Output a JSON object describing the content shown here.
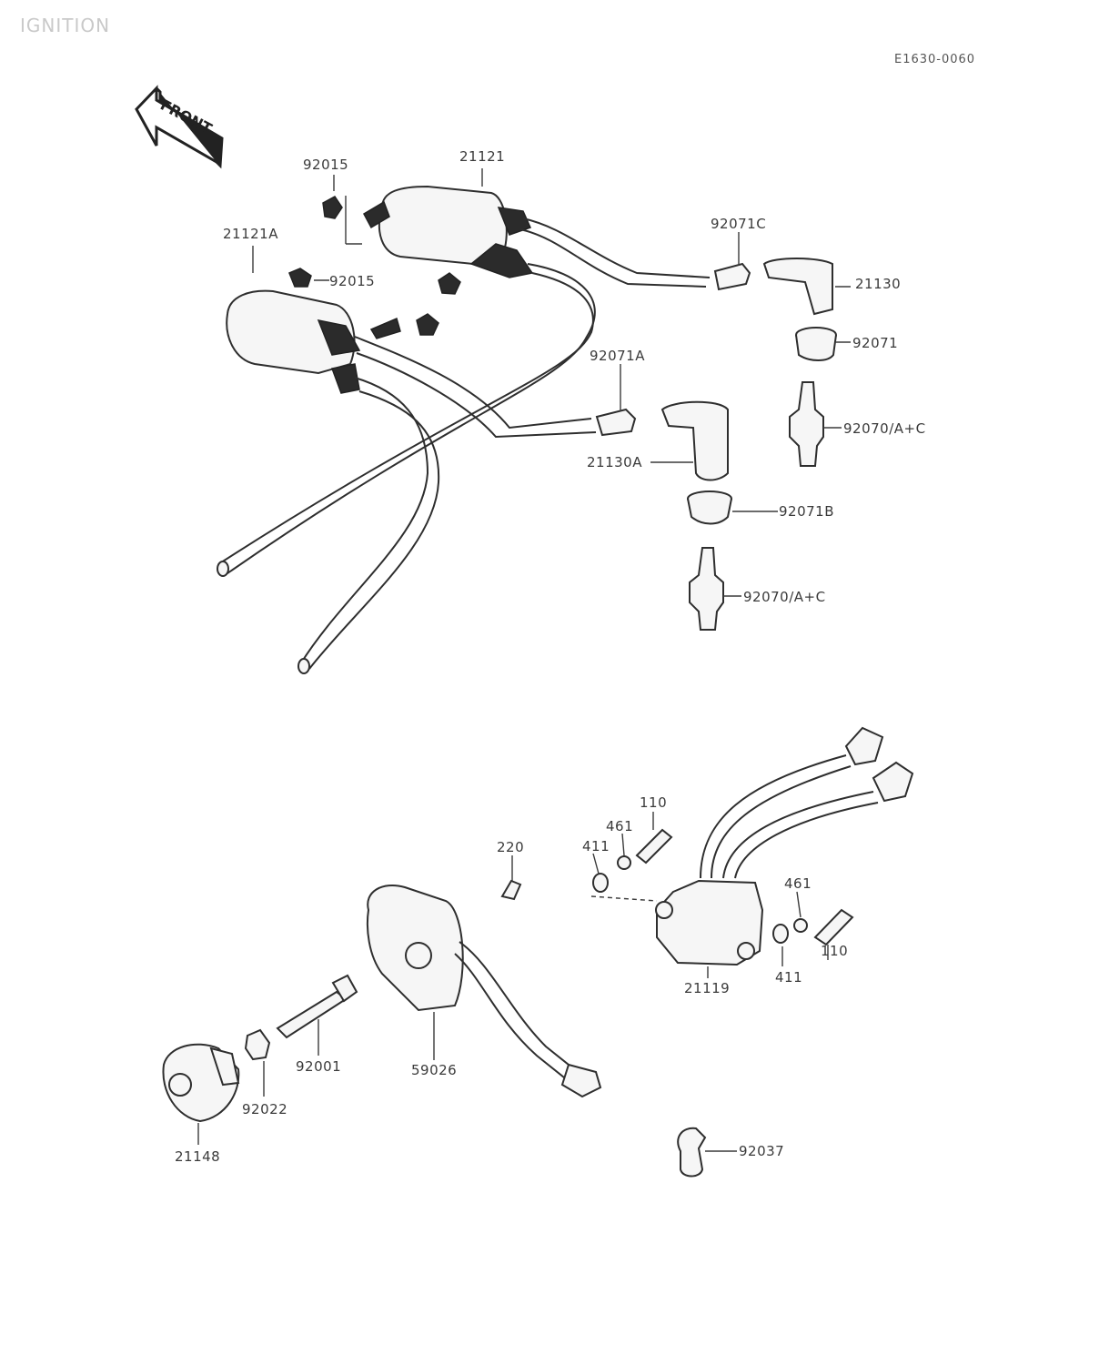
{
  "page_title": "IGNITION",
  "diagram_code": "E1630-0060",
  "front_arrow_text": "FRONT",
  "labels": {
    "p92015_top": "92015",
    "p21121": "21121",
    "p21121A": "21121A",
    "p92015_mid": "92015",
    "p92071C": "92071C",
    "p21130": "21130",
    "p92071": "92071",
    "p92070_top": "92070/A+C",
    "p92071A": "92071A",
    "p21130A": "21130A",
    "p92071B": "92071B",
    "p92070_bottom": "92070/A+C",
    "p110_left": "110",
    "p461_left": "461",
    "p411_left": "411",
    "p220": "220",
    "p461_right": "461",
    "p110_right": "110",
    "p411_right": "411",
    "p21119": "21119",
    "p92001": "92001",
    "p59026": "59026",
    "p92022": "92022",
    "p21148": "21148",
    "p92037": "92037"
  }
}
